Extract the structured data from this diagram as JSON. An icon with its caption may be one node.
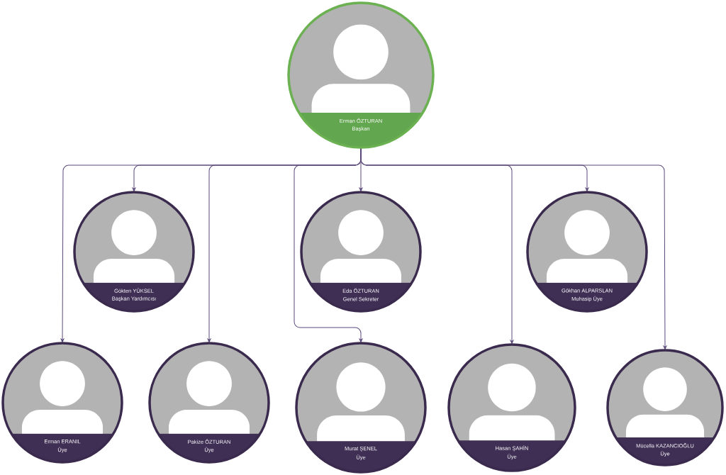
{
  "diagram": {
    "nodes": [
      {
        "text": [
          "Erman ÖZTURAN",
          "Başkan"
        ]
      },
      {
        "text": [
          "Gökten YÜKSEL",
          "Başkan Yardımcısı"
        ]
      },
      {
        "text": [
          "Eda ÖZTURAN",
          "Genel Sekreter"
        ]
      },
      {
        "text": [
          "Gökhan ALPARSLAN",
          "Muhasip Üye"
        ]
      },
      {
        "text": [
          "Erman ERANIL",
          "Üye"
        ]
      },
      {
        "text": [
          "Pakize ÖZTURAN",
          "Üye"
        ]
      },
      {
        "text": [
          "Murat ŞENEL",
          "Üye"
        ]
      },
      {
        "text": [
          "Hasan ŞAHİN",
          "Üye"
        ]
      },
      {
        "text": [
          "Mücella KAZANCIOĞLU",
          "Üye"
        ]
      }
    ],
    "edges": [
      {
        "from": 0,
        "to": 1,
        "arrow": "to"
      },
      {
        "from": 0,
        "to": 2,
        "arrow": "to"
      },
      {
        "from": 0,
        "to": 3,
        "arrow": "to"
      },
      {
        "from": 0,
        "to": 4,
        "arrow": "to"
      },
      {
        "from": 0,
        "to": 5,
        "arrow": "to"
      },
      {
        "from": 0,
        "to": 6,
        "arrow": "to"
      },
      {
        "from": 0,
        "to": 7,
        "arrow": "to"
      },
      {
        "from": 0,
        "to": 8,
        "arrow": "to"
      }
    ]
  }
}
